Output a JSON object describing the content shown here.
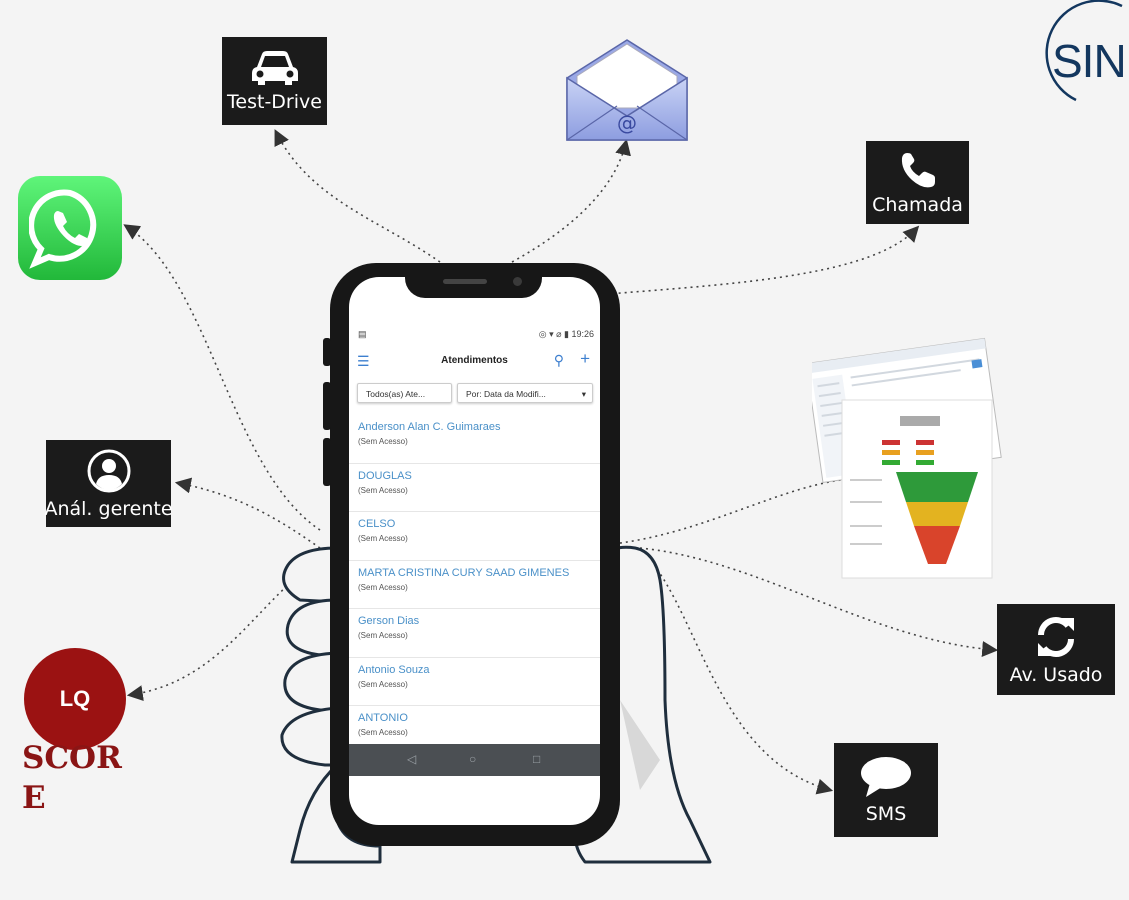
{
  "tiles": {
    "test_drive": "Test-Drive",
    "chamada": "Chamada",
    "anal_gerente": "Anál. gerente",
    "av_usado": "Av. Usado",
    "sms": "SMS"
  },
  "lq": {
    "badge": "LQ",
    "score": "SCORE"
  },
  "brand": {
    "text": "SINE"
  },
  "email": {
    "at": "@"
  },
  "phone": {
    "status_time": "19:26",
    "app_title": "Atendimentos",
    "filter_1": "Todos(as) Ate...",
    "filter_2": "Por: Data da Modifi...",
    "rows": [
      {
        "name": "Anderson Alan C. Guimaraes",
        "sub": "(Sem Acesso)"
      },
      {
        "name": "DOUGLAS",
        "sub": "(Sem Acesso)"
      },
      {
        "name": "CELSO",
        "sub": "(Sem Acesso)"
      },
      {
        "name": "MARTA CRISTINA CURY SAAD GIMENES",
        "sub": "(Sem Acesso)"
      },
      {
        "name": "Gerson Dias",
        "sub": "(Sem Acesso)"
      },
      {
        "name": "Antonio Souza",
        "sub": "(Sem Acesso)"
      },
      {
        "name": "ANTONIO",
        "sub": "(Sem Acesso)"
      }
    ]
  },
  "colors": {
    "tile_bg": "#1b1b1b",
    "link_blue": "#4a90c8",
    "score_red": "#9b1212",
    "brand_navy": "#13375f"
  },
  "icons": [
    "car-icon",
    "envelope-icon",
    "phone-call-icon",
    "whatsapp-icon",
    "user-icon",
    "refresh-icon",
    "chat-bubble-icon"
  ]
}
